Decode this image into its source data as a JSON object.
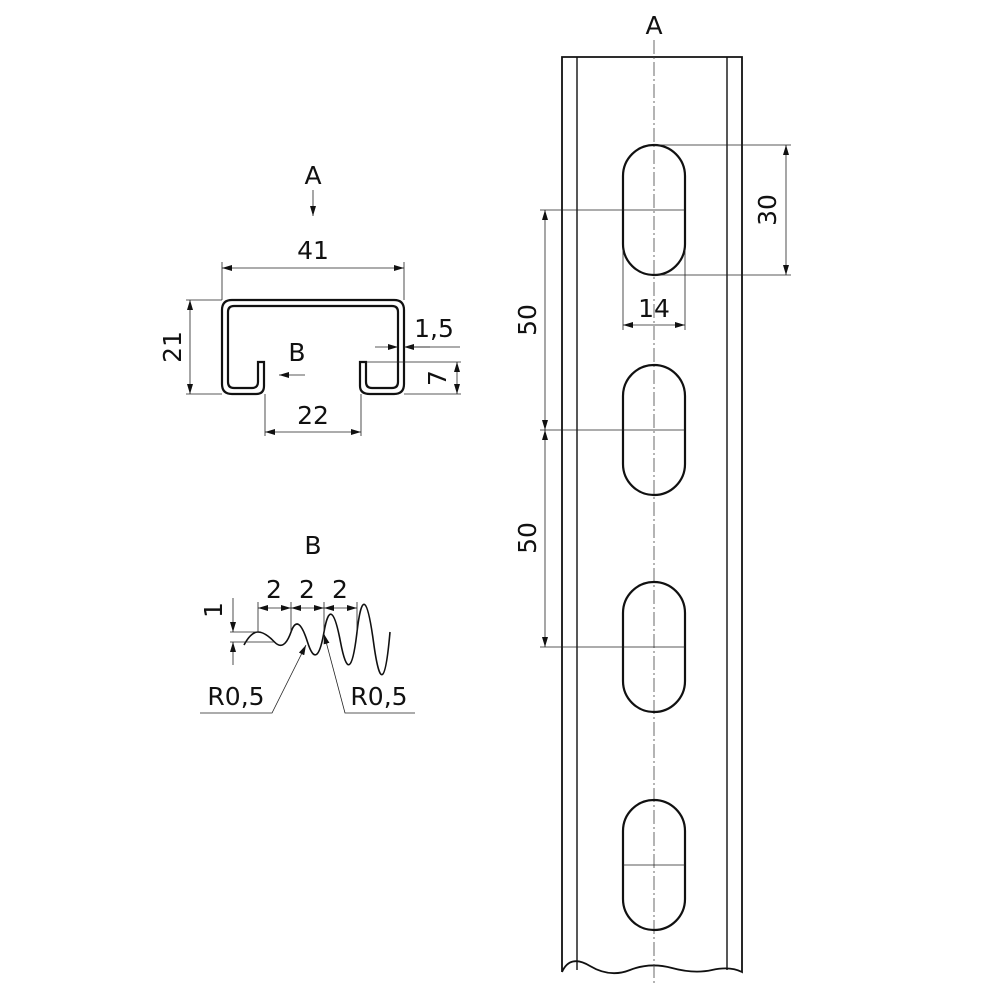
{
  "profile_view": {
    "view_label": "A",
    "detail_label": "B",
    "dimensions": {
      "width": "41",
      "height": "21",
      "opening": "22",
      "thickness": "1,5",
      "lip_height": "7"
    }
  },
  "detail_b": {
    "title": "B",
    "pitch_labels": [
      "2",
      "2",
      "2"
    ],
    "depth": "1",
    "radius_left": "R0,5",
    "radius_right": "R0,5"
  },
  "side_view": {
    "title": "A",
    "dimensions": {
      "slot_length": "30",
      "slot_width": "14",
      "pitch_1": "50",
      "pitch_2": "50"
    }
  }
}
